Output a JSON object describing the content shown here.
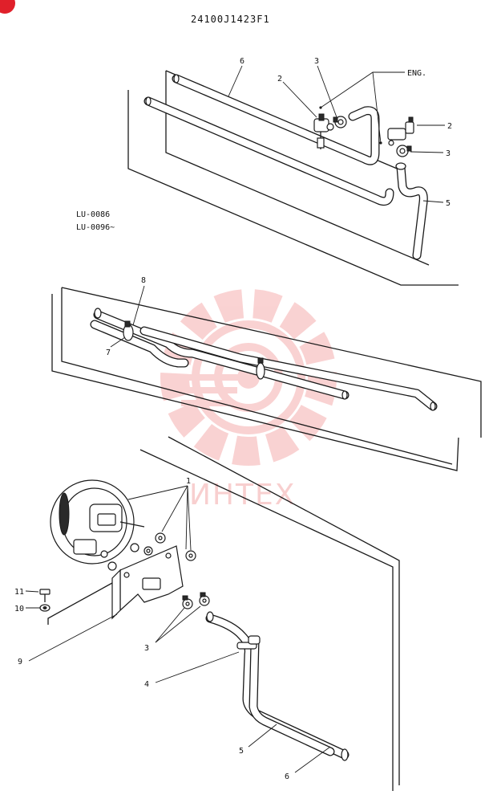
{
  "drawing_code": "24100J1423F1",
  "serial_range": [
    "LU-0086",
    "LU-0096~"
  ],
  "engine_label": "ENG.",
  "watermark_text": "ИНТЕХ",
  "callouts": {
    "c2a": "2",
    "c3a": "3",
    "c6a": "6",
    "c2b": "2",
    "c3b": "3",
    "c5a": "5",
    "c8": "8",
    "c7": "7",
    "c1": "1",
    "c11": "11",
    "c10": "10",
    "c9": "9",
    "c3c": "3",
    "c4": "4",
    "c5b": "5",
    "c6b": "6"
  },
  "colors": {
    "line": "#1a1a1a",
    "watermark": "#f4a8a8",
    "badge": "#e0202a"
  }
}
